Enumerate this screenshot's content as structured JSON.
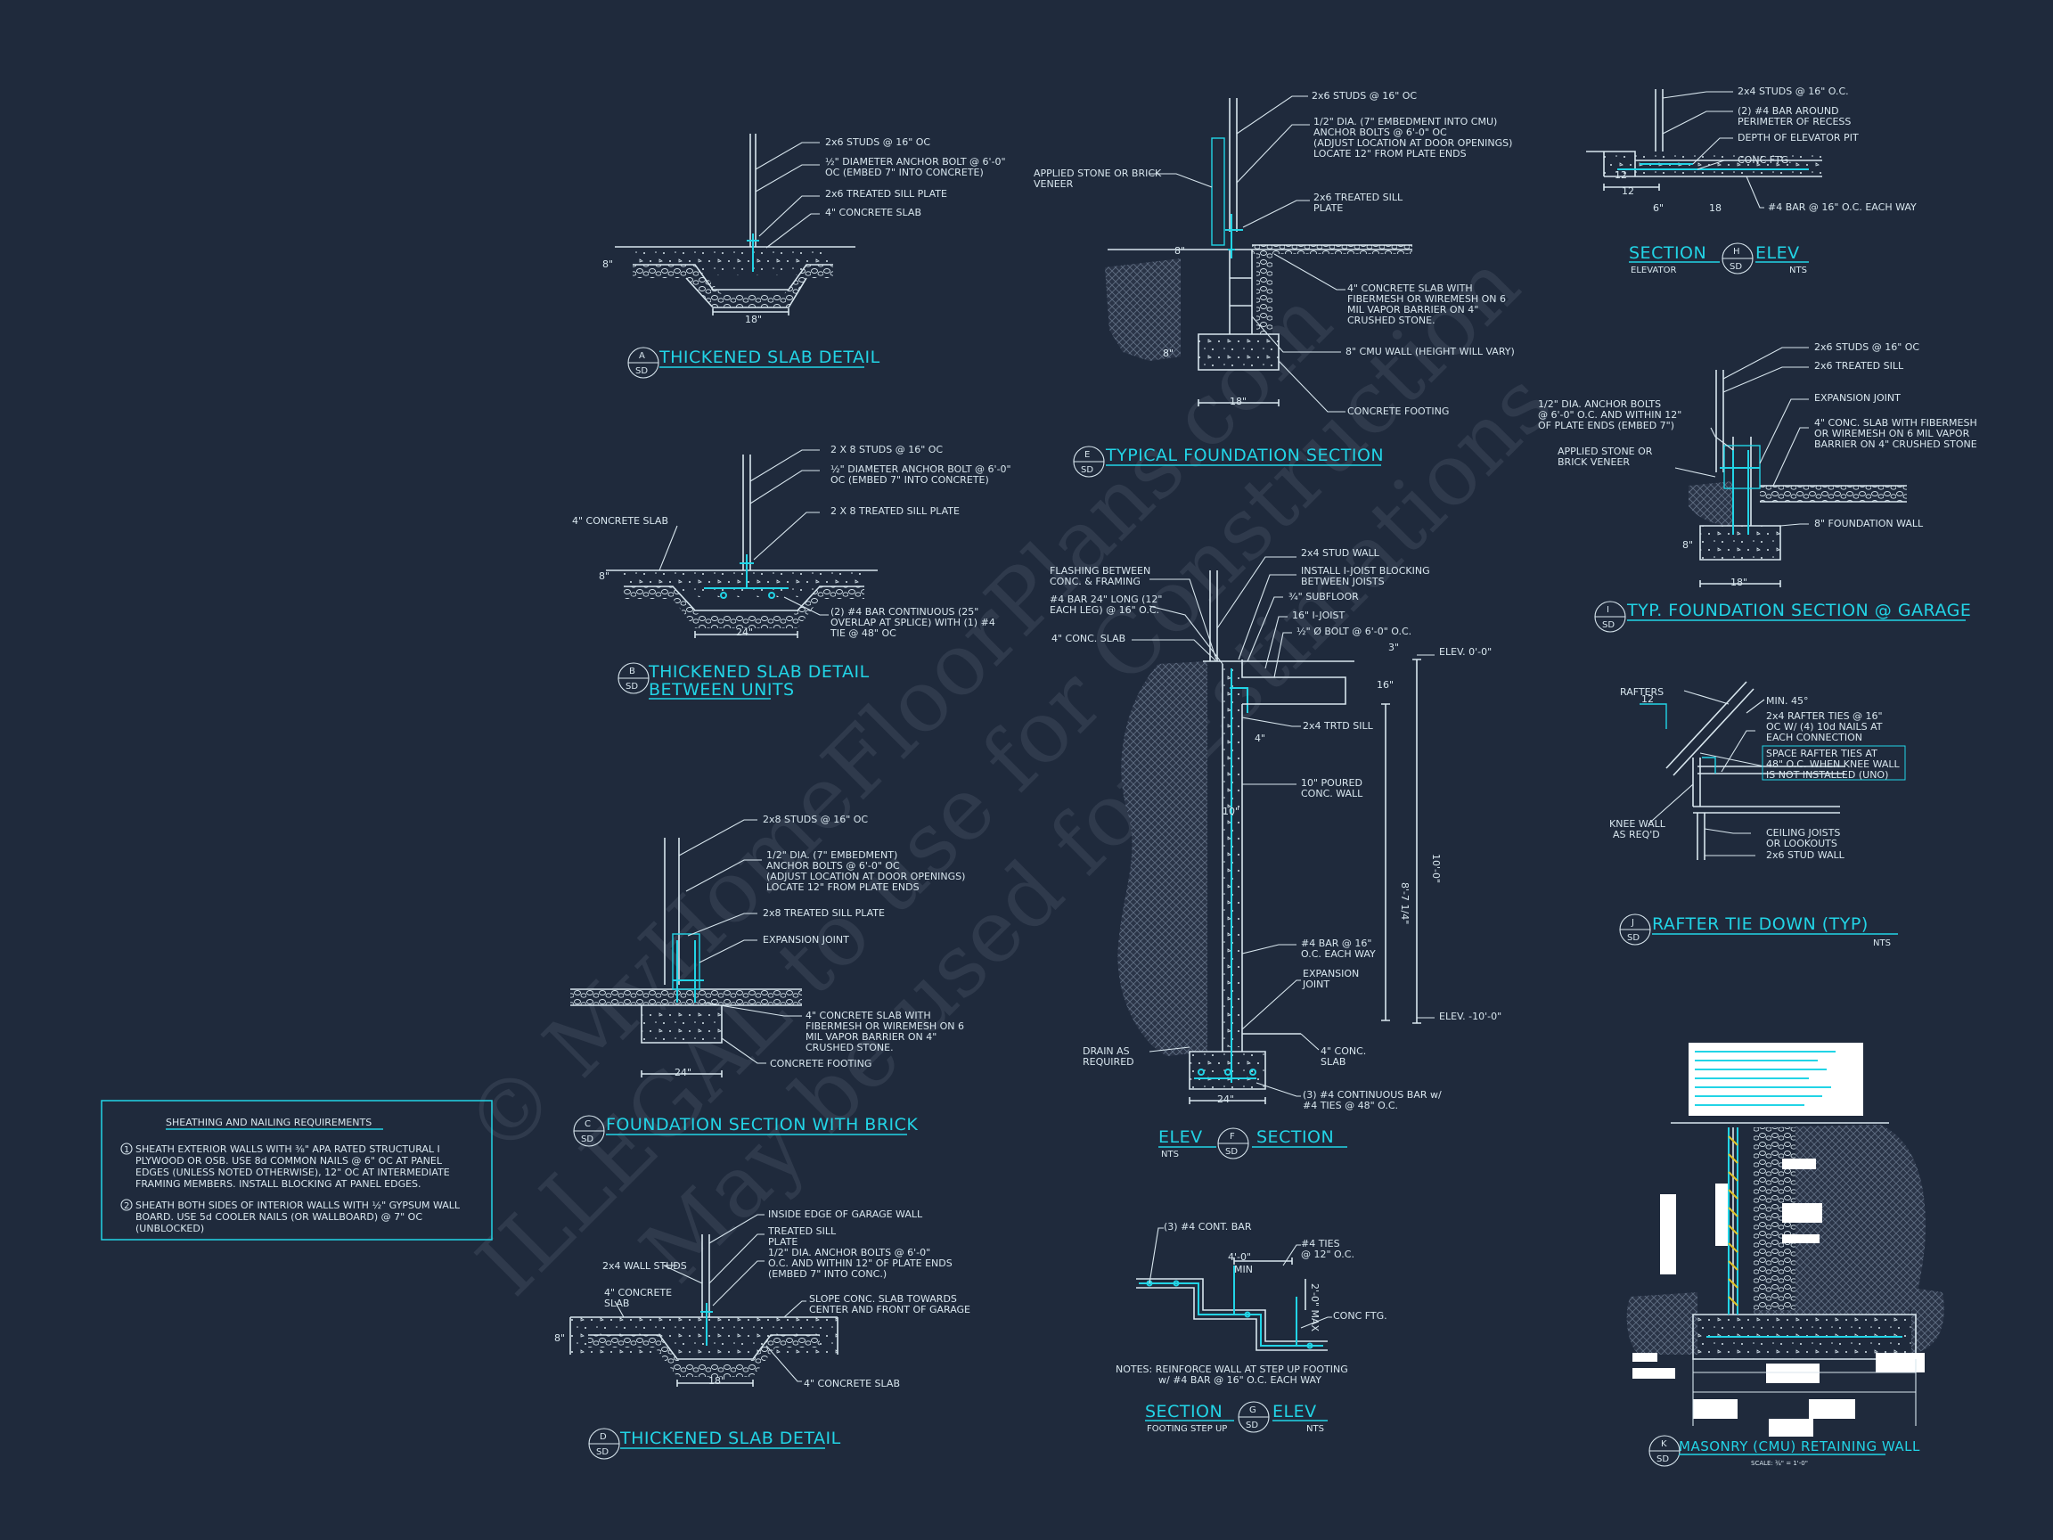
{
  "watermark": {
    "line1": "© MyHomeFloorPlans.com",
    "line2": "ILLEGAL to use for Construction",
    "line3": "May be used for Estimations"
  },
  "colors": {
    "background": "#1f2a3c",
    "line": "#d8e6ee",
    "accent": "#22d4e6"
  },
  "detailA": {
    "letter": "A",
    "sheet": "SD",
    "title": "THICKENED SLAB DETAIL",
    "notes": [
      "2x6 STUDS @ 16\" OC",
      "½\" DIAMETER ANCHOR BOLT @ 6'-0\"",
      "OC (EMBED 7\" INTO CONCRETE)",
      "2x6 TREATED SILL PLATE",
      "4\" CONCRETE SLAB"
    ],
    "dims": [
      "18\"",
      "8\""
    ]
  },
  "detailB": {
    "letter": "B",
    "sheet": "SD",
    "title": "THICKENED SLAB DETAIL",
    "title2": "BETWEEN UNITS",
    "notes": [
      "2 X 8 STUDS @ 16\" OC",
      "½\" DIAMETER ANCHOR BOLT @ 6'-0\"",
      "OC (EMBED 7\" INTO CONCRETE)",
      "2 X 8 TREATED SILL PLATE",
      "4\" CONCRETE SLAB",
      "(2) #4 BAR CONTINUOUS (25\"",
      "OVERLAP AT SPLICE) WITH (1) #4",
      "TIE @ 48\" OC"
    ],
    "dims": [
      "24\"",
      "8\""
    ]
  },
  "detailC": {
    "letter": "C",
    "sheet": "SD",
    "title": "FOUNDATION SECTION WITH BRICK",
    "notes": [
      "2x8 STUDS @ 16\" OC",
      "1/2\" DIA. (7\" EMBEDMENT)",
      "ANCHOR BOLTS @ 6'-0\" OC",
      "(ADJUST LOCATION AT DOOR OPENINGS)",
      "LOCATE 12\" FROM PLATE ENDS",
      "2x8 TREATED SILL PLATE",
      "EXPANSION JOINT",
      "4\" CONCRETE SLAB WITH",
      "FIBERMESH OR WIREMESH ON 6",
      "MIL VAPOR BARRIER ON 4\"",
      "CRUSHED STONE.",
      "CONCRETE FOOTING"
    ],
    "dims": [
      "24\""
    ]
  },
  "detailD": {
    "letter": "D",
    "sheet": "SD",
    "title": "THICKENED SLAB DETAIL",
    "notes": [
      "INSIDE EDGE OF GARAGE WALL",
      "TREATED SILL",
      "PLATE",
      "1/2\" DIA. ANCHOR BOLTS @ 6'-0\"",
      "O.C. AND WITHIN 12\" OF PLATE ENDS",
      "(EMBED 7\" INTO CONC.)",
      "SLOPE CONC. SLAB TOWARDS",
      "CENTER AND FRONT OF GARAGE",
      "4\" CONCRETE SLAB",
      "2x4 WALL STUDS",
      "4\" CONCRETE",
      "SLAB"
    ],
    "dims": [
      "18\"",
      "8\""
    ]
  },
  "detailE": {
    "letter": "E",
    "sheet": "SD",
    "title": "TYPICAL FOUNDATION SECTION",
    "notes": [
      "2x6 STUDS @ 16\" OC",
      "1/2\" DIA. (7\" EMBEDMENT INTO CMU)",
      "ANCHOR BOLTS @ 6'-0\" OC",
      "(ADJUST LOCATION AT DOOR OPENINGS)",
      "LOCATE 12\" FROM PLATE ENDS",
      "APPLIED STONE OR BRICK",
      "VENEER",
      "2x6 TREATED SILL",
      "PLATE",
      "4\" CONCRETE SLAB WITH",
      "FIBERMESH OR WIREMESH ON 6",
      "MIL VAPOR BARRIER ON 4\"",
      "CRUSHED STONE.",
      "8\" CMU WALL (HEIGHT WILL VARY)",
      "CONCRETE FOOTING"
    ],
    "dims": [
      "18\"",
      "8\"",
      "8\""
    ]
  },
  "detailF": {
    "letter": "F",
    "sheet": "SD",
    "title_left": "ELEV",
    "title_right": "SECTION",
    "scale": "NTS",
    "notes": [
      "FLASHING BETWEEN",
      "CONC. & FRAMING",
      "#4 BAR 24\" LONG (12\"",
      "EACH LEG) @ 16\" O.C.",
      "4\" CONC. SLAB",
      "2x4 STUD WALL",
      "INSTALL I-JOIST BLOCKING",
      "BETWEEN JOISTS",
      "¾\" SUBFLOOR",
      "16\" I-JOIST",
      "½\" Ø BOLT @ 6'-0\" O.C.",
      "2x4 TRTD SILL",
      "10\" POURED",
      "CONC. WALL",
      "#4 BAR @ 16\"",
      "O.C. EACH WAY",
      "EXPANSION",
      "JOINT",
      "4\" CONC.",
      "SLAB",
      "DRAIN AS",
      "REQUIRED",
      "(3) #4 CONTINUOUS BAR w/",
      "#4 TIES @ 48\" O.C."
    ],
    "elev_top": "ELEV. 0'-0\"",
    "elev_bottom": "ELEV. -10'-0\"",
    "dims": [
      "24\"",
      "10'-0\"",
      "8'-7 1/4\"",
      "16\"",
      "4\"",
      "10\"",
      "3\""
    ]
  },
  "detailG": {
    "letter": "G",
    "sheet": "SD",
    "title_left": "SECTION",
    "title_right": "ELEV",
    "sub_left": "FOOTING STEP UP",
    "scale": "NTS",
    "notes": [
      "(3) #4 CONT. BAR",
      "#4 TIES",
      "@ 12\" O.C.",
      "CONC FTG.",
      "NOTES: REINFORCE WALL AT STEP UP FOOTING",
      "w/ #4 BAR @ 16\" O.C. EACH WAY"
    ],
    "dims": [
      "4'-0\"",
      "MIN",
      "2'-0\" MAX"
    ]
  },
  "detailH": {
    "letter": "H",
    "sheet": "SD",
    "title_left": "SECTION",
    "title_right": "ELEV",
    "sub_left": "ELEVATOR",
    "scale": "NTS",
    "notes": [
      "2x4 STUDS @ 16\" O.C.",
      "(2) #4 BAR AROUND",
      "PERIMETER OF RECESS",
      "DEPTH OF ELEVATOR PIT",
      "CONC FTG.",
      "#4 BAR @ 16\" O.C. EACH WAY"
    ],
    "dims": [
      "12",
      "12",
      "6\"",
      "18"
    ]
  },
  "detailI": {
    "letter": "I",
    "sheet": "SD",
    "title": "TYP. FOUNDATION SECTION @ GARAGE",
    "notes": [
      "2x6 STUDS @ 16\" OC",
      "2x6 TREATED SILL",
      "1/2\" DIA. ANCHOR BOLTS",
      "@ 6'-0\" O.C. AND WITHIN 12\"",
      "OF PLATE ENDS (EMBED 7\")",
      "EXPANSION JOINT",
      "4\" CONC. SLAB WITH FIBERMESH",
      "OR WIREMESH ON 6 MIL VAPOR",
      "BARRIER ON 4\" CRUSHED STONE",
      "APPLIED STONE OR",
      "BRICK VENEER",
      "8\" FOUNDATION WALL"
    ],
    "dims": [
      "18\"",
      "8\""
    ]
  },
  "detailJ": {
    "letter": "J",
    "sheet": "SD",
    "title": "RAFTER TIE DOWN (TYP)",
    "scale": "NTS",
    "notes": [
      "RAFTERS",
      "MIN. 45°",
      "2x4 RAFTER TIES @ 16\"",
      "OC W/ (4) 10d NAILS AT",
      "EACH CONNECTION",
      "SPACE RAFTER TIES AT",
      "48\" O.C. WHEN KNEE WALL",
      "IS NOT INSTALLED (UNO)",
      "KNEE WALL",
      "AS REQ'D",
      "CEILING JOISTS",
      "OR LOOKOUTS",
      "2x6 STUD WALL"
    ],
    "dims": [
      "12"
    ]
  },
  "detailK": {
    "letter": "K",
    "sheet": "SD",
    "title": "MASONRY (CMU) RETAINING WALL",
    "scale": "SCALE: ¾\" = 1'-0\""
  },
  "sheathing": {
    "heading": "SHEATHING AND NAILING REQUIREMENTS",
    "item1": [
      "SHEATH EXTERIOR WALLS WITH ⅜\" APA RATED STRUCTURAL I",
      "PLYWOOD OR OSB. USE 8d COMMON NAILS @ 6\" OC AT PANEL",
      "EDGES (UNLESS NOTED OTHERWISE), 12\" OC AT INTERMEDIATE",
      "FRAMING MEMBERS. INSTALL BLOCKING AT PANEL EDGES."
    ],
    "item2": [
      "SHEATH BOTH SIDES OF INTERIOR WALLS WITH ½\" GYPSUM WALL",
      "BOARD. USE 5d COOLER NAILS (OR WALLBOARD) @ 7\" OC",
      "(UNBLOCKED)"
    ],
    "num1": "1",
    "num2": "2"
  }
}
